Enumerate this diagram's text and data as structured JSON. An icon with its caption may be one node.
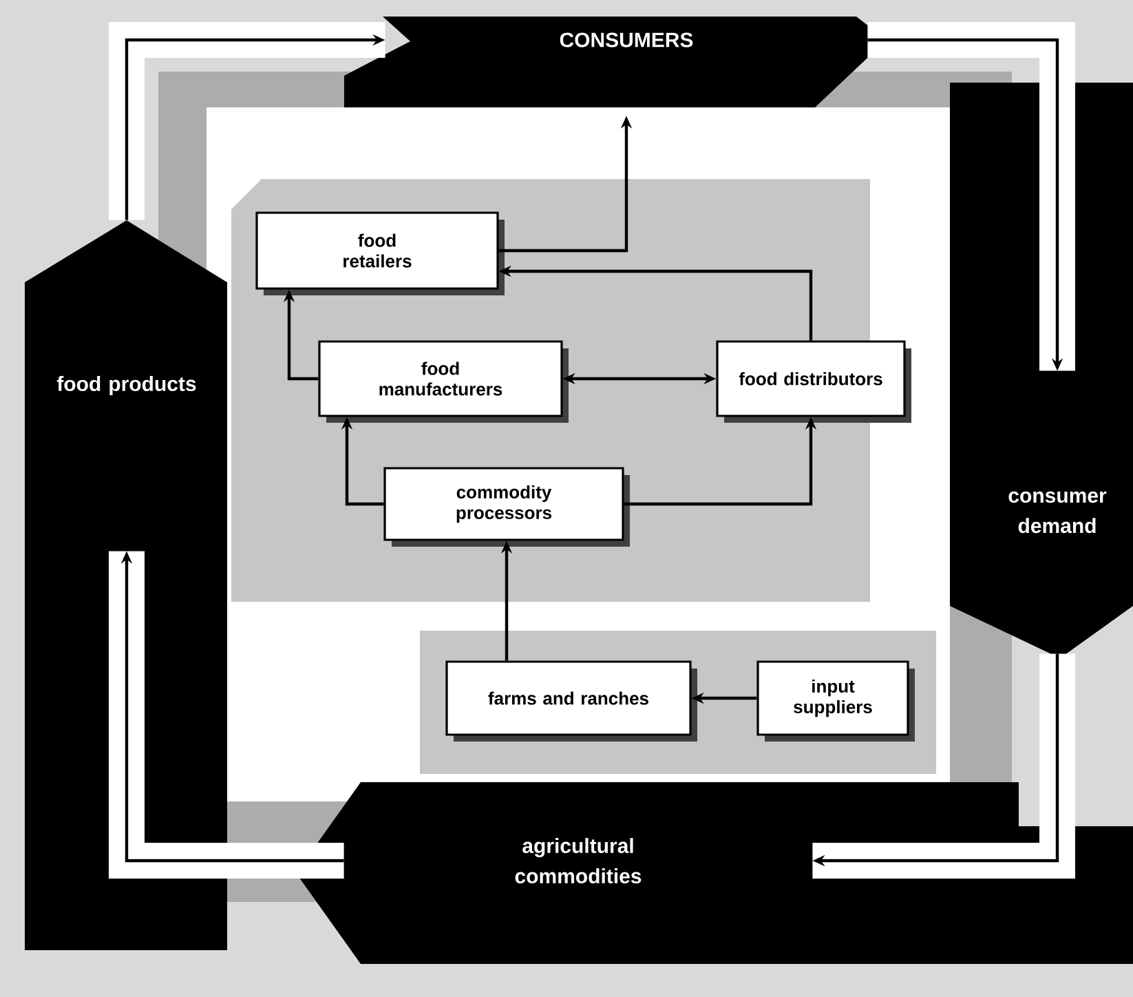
{
  "diagram": {
    "nodes": [
      {
        "text": [
          "CONSUMERS"
        ]
      },
      {
        "text": [
          "consumer demand"
        ]
      },
      {
        "text": [
          "agricultural commodities"
        ]
      },
      {
        "text": [
          "food products"
        ]
      },
      {
        "text": [
          "food retailers"
        ]
      },
      {
        "text": [
          "food manufacturers"
        ]
      },
      {
        "text": [
          "food distributors"
        ]
      },
      {
        "text": [
          "commodity processors"
        ]
      },
      {
        "text": [
          "farms and ranches"
        ]
      },
      {
        "text": [
          "input suppliers"
        ]
      }
    ],
    "edges": [
      {
        "from": 3,
        "to": 0,
        "arrow": "to"
      },
      {
        "from": 0,
        "to": 1,
        "arrow": "to"
      },
      {
        "from": 1,
        "to": 2,
        "arrow": "to"
      },
      {
        "from": 2,
        "to": 3,
        "arrow": "to"
      },
      {
        "from": 4,
        "to": 0,
        "arrow": "to"
      },
      {
        "from": 6,
        "to": 4,
        "arrow": "to"
      },
      {
        "from": 5,
        "to": 4,
        "arrow": "to"
      },
      {
        "from": 5,
        "to": 6,
        "arrow": "both"
      },
      {
        "from": 7,
        "to": 5,
        "arrow": "to"
      },
      {
        "from": 7,
        "to": 6,
        "arrow": "to"
      },
      {
        "from": 8,
        "to": 7,
        "arrow": "to"
      },
      {
        "from": 9,
        "to": 8,
        "arrow": "to"
      }
    ]
  }
}
